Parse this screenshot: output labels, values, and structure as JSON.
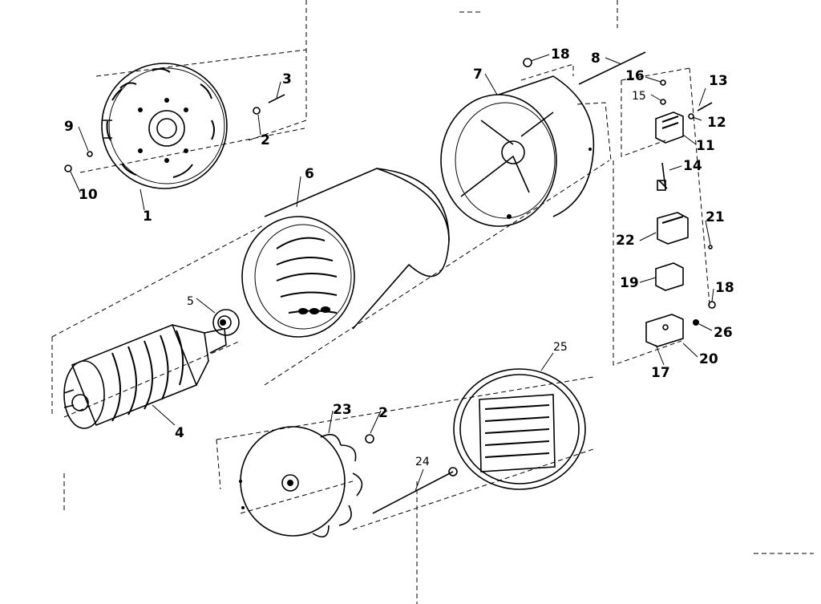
{
  "diagram": {
    "colors": {
      "ink": "#000000",
      "paper": "#ffffff"
    },
    "callouts": [
      {
        "id": "c1",
        "text": "1"
      },
      {
        "id": "c2a",
        "text": "2"
      },
      {
        "id": "c2b",
        "text": "2"
      },
      {
        "id": "c3",
        "text": "3"
      },
      {
        "id": "c4",
        "text": "4"
      },
      {
        "id": "c5",
        "text": "5"
      },
      {
        "id": "c6",
        "text": "6"
      },
      {
        "id": "c7",
        "text": "7"
      },
      {
        "id": "c8",
        "text": "8"
      },
      {
        "id": "c9",
        "text": "9"
      },
      {
        "id": "c10",
        "text": "10"
      },
      {
        "id": "c11",
        "text": "11"
      },
      {
        "id": "c12",
        "text": "12"
      },
      {
        "id": "c13",
        "text": "13"
      },
      {
        "id": "c14",
        "text": "14"
      },
      {
        "id": "c15",
        "text": "15"
      },
      {
        "id": "c16",
        "text": "16"
      },
      {
        "id": "c17",
        "text": "17"
      },
      {
        "id": "c18a",
        "text": "18"
      },
      {
        "id": "c18b",
        "text": "18"
      },
      {
        "id": "c19",
        "text": "19"
      },
      {
        "id": "c20",
        "text": "20"
      },
      {
        "id": "c21",
        "text": "21"
      },
      {
        "id": "c22",
        "text": "22"
      },
      {
        "id": "c23",
        "text": "23"
      },
      {
        "id": "c24",
        "text": "24"
      },
      {
        "id": "c25",
        "text": "25"
      },
      {
        "id": "c26",
        "text": "26"
      }
    ]
  }
}
